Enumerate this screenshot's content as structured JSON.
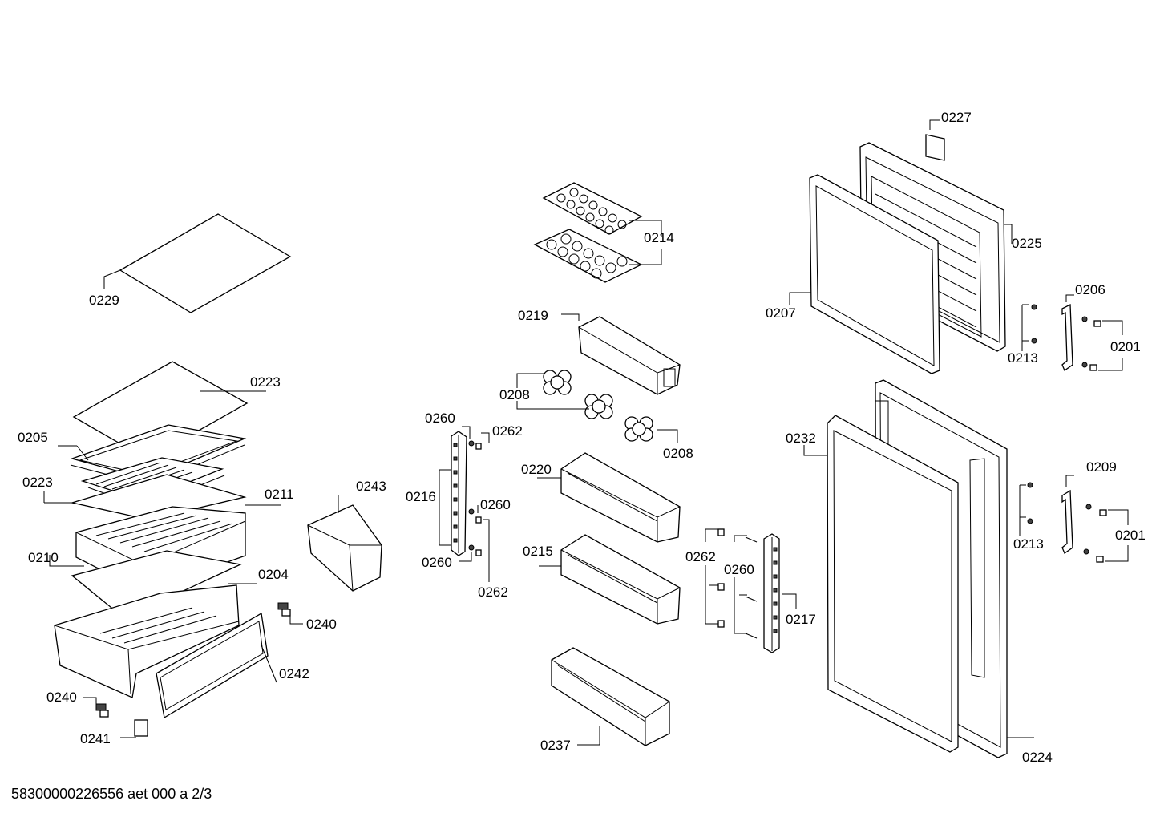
{
  "labels": {
    "l0227": "0227",
    "l0214": "0214",
    "l0225": "0225",
    "l0229": "0229",
    "l0219": "0219",
    "l0206": "0206",
    "l0207": "0207",
    "l0201a": "0201",
    "l0213a": "0213",
    "l0208a": "0208",
    "l0223a": "0223",
    "l0205": "0205",
    "l0260a": "0260",
    "l0262a": "0262",
    "l0208b": "0208",
    "l0232": "0232",
    "l0223b": "0223",
    "l0211": "0211",
    "l0243": "0243",
    "l0220": "0220",
    "l0216": "0216",
    "l0260b": "0260",
    "l0209": "0209",
    "l0210": "0210",
    "l0215": "0215",
    "l0260c": "0260",
    "l0204": "0204",
    "l0262b": "0262",
    "l0262c": "0262",
    "l0260d": "0260",
    "l0213b": "0213",
    "l0201b": "0201",
    "l0240a": "0240",
    "l0217": "0217",
    "l0242": "0242",
    "l0240b": "0240",
    "l0241": "0241",
    "l0237": "0237",
    "l0224": "0224"
  },
  "footer": {
    "doc_id": "58300000226556 aet 000 a 2/3"
  }
}
